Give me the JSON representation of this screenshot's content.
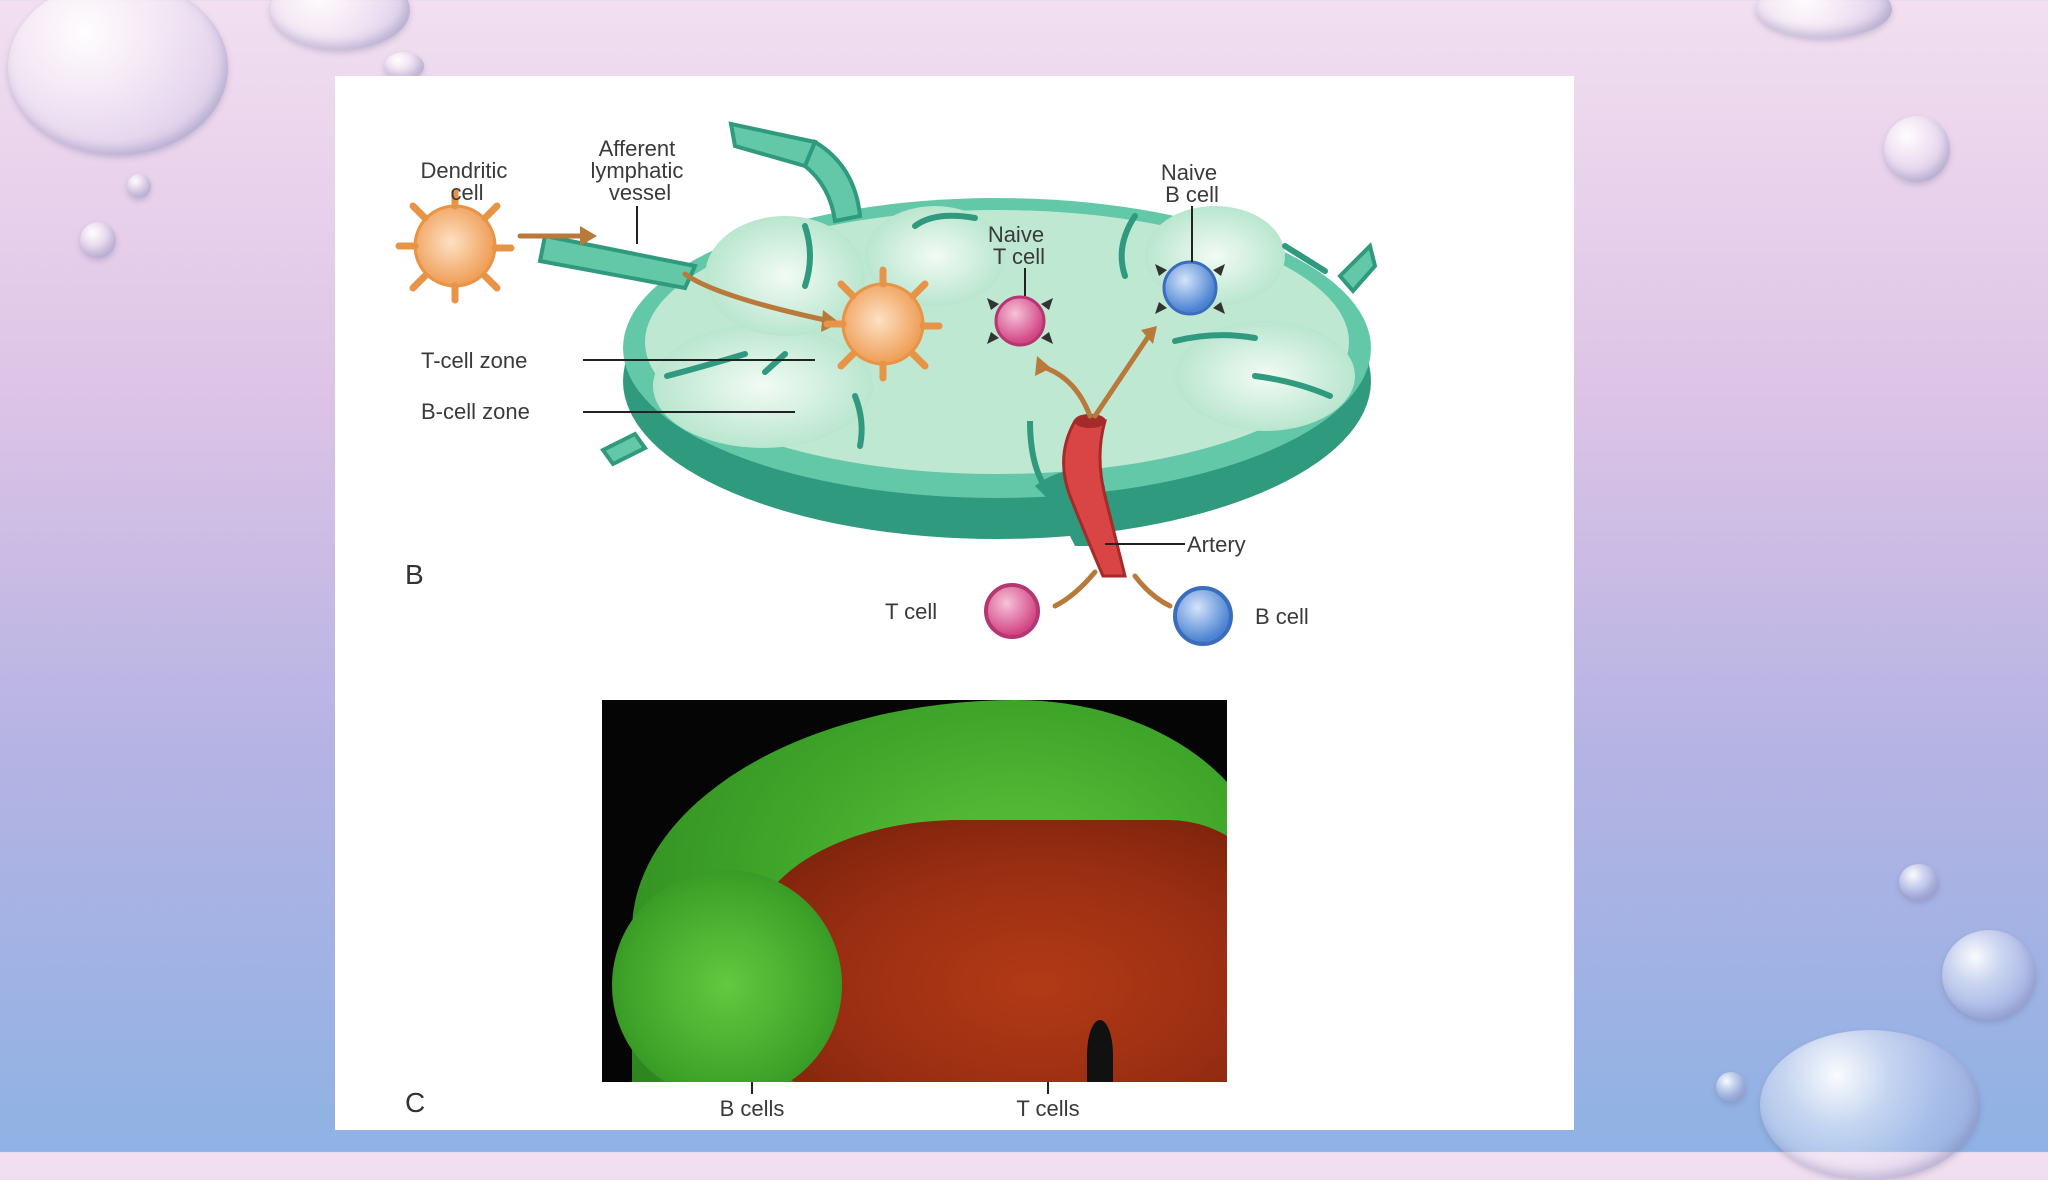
{
  "diagram": {
    "panel_b": "B",
    "panel_c": "C",
    "labels": {
      "dendritic_cell": [
        "Dendritic",
        "cell"
      ],
      "afferent_vessel": [
        "Afferent",
        "lymphatic",
        "vessel"
      ],
      "naive_t_cell": [
        "Naive",
        "T cell"
      ],
      "naive_b_cell": [
        "Naive",
        "B cell"
      ],
      "t_cell_zone": "T-cell zone",
      "b_cell_zone": "B-cell zone",
      "artery": "Artery",
      "t_cell": "T cell",
      "b_cell": "B cell"
    },
    "micrograph_labels": {
      "b_cells": "B cells",
      "t_cells": "T cells"
    },
    "colors": {
      "node": "#63c8a8",
      "node_dark": "#2f9a7d",
      "t_cell": "#d94f8a",
      "b_cell": "#5b8fd6",
      "dendritic": "#f0a968",
      "artery": "#d94545",
      "b_zone_stain": "#3fa52a",
      "t_zone_stain": "#9a2e12"
    }
  }
}
